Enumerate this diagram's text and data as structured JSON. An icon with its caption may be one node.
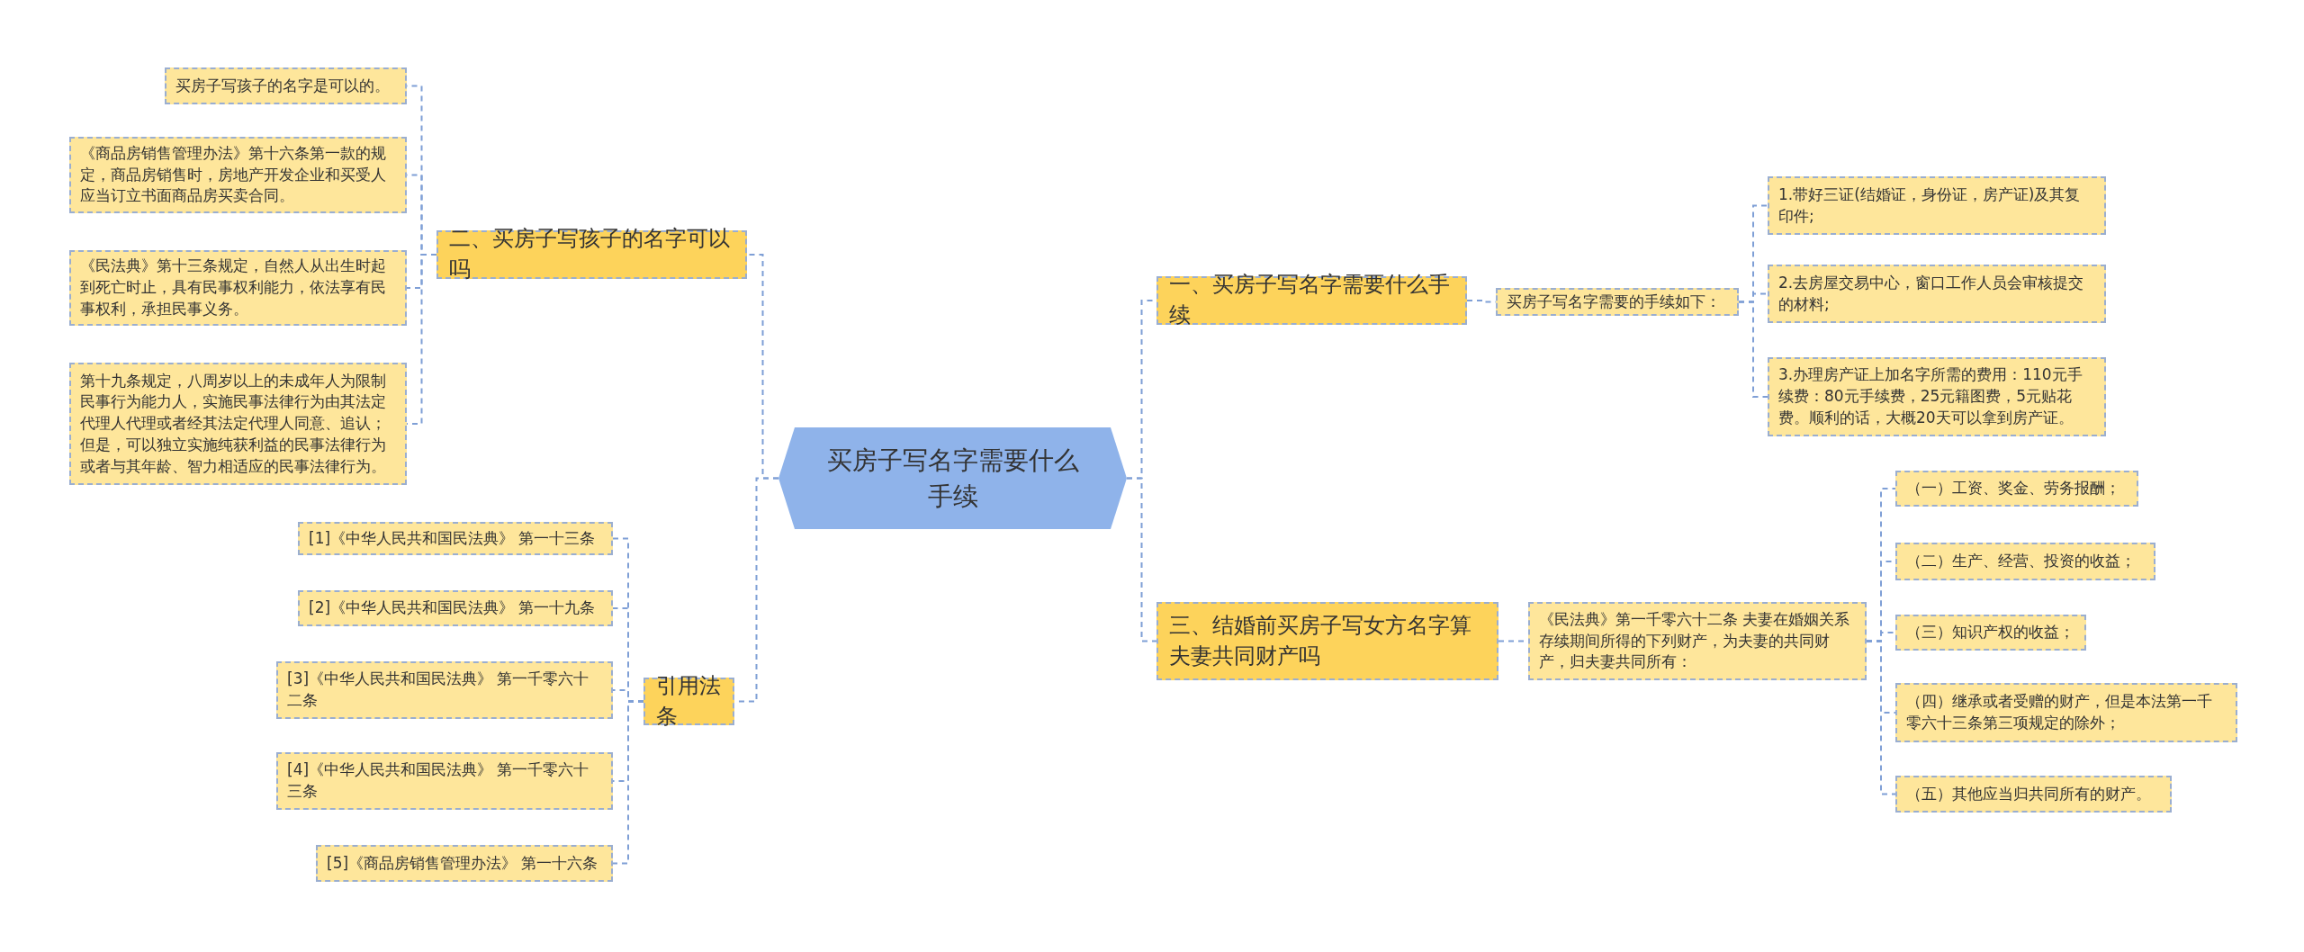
{
  "diagram": {
    "nodes": [
      {
        "text": [
          "买房子写名字需要什么手续"
        ]
      },
      {
        "text": [
          "一、买房子写名字需要什么手续"
        ]
      },
      {
        "text": [
          "买房子写名字需要的手续如下："
        ]
      },
      {
        "text": [
          "1.带好三证(结婚证，身份证，房产证)及其复印件;"
        ]
      },
      {
        "text": [
          "2.去房屋交易中心，窗口工作人员会审核提交的材料;"
        ]
      },
      {
        "text": [
          "3.办理房产证上加名字所需的费用：110元手续费：80元手续费，25元籍图费，5元贴花费。顺利的话，大概20天可以拿到房产证。"
        ]
      },
      {
        "text": [
          "三、结婚前买房子写女方名字算夫妻共同财产吗"
        ]
      },
      {
        "text": [
          "《民法典》第一千零六十二条 夫妻在婚姻关系存续期间所得的下列财产，为夫妻的共同财产，归夫妻共同所有："
        ]
      },
      {
        "text": [
          "（一）工资、奖金、劳务报酬；"
        ]
      },
      {
        "text": [
          "（二）生产、经营、投资的收益；"
        ]
      },
      {
        "text": [
          "（三）知识产权的收益；"
        ]
      },
      {
        "text": [
          "（四）继承或者受赠的财产，但是本法第一千零六十三条第三项规定的除外；"
        ]
      },
      {
        "text": [
          "（五）其他应当归共同所有的财产。"
        ]
      },
      {
        "text": [
          "二、买房子写孩子的名字可以吗"
        ]
      },
      {
        "text": [
          "买房子写孩子的名字是可以的。"
        ]
      },
      {
        "text": [
          "《商品房销售管理办法》第十六条第一款的规定，商品房销售时，房地产开发企业和买受人应当订立书面商品房买卖合同。"
        ]
      },
      {
        "text": [
          "《民法典》第十三条规定，自然人从出生时起到死亡时止，具有民事权利能力，依法享有民事权利，承担民事义务。"
        ]
      },
      {
        "text": [
          "第十九条规定，八周岁以上的未成年人为限制民事行为能力人，实施民事法律行为由其法定代理人代理或者经其法定代理人同意、追认；但是，可以独立实施纯获利益的民事法律行为或者与其年龄、智力相适应的民事法律行为。"
        ]
      },
      {
        "text": [
          "引用法条"
        ]
      },
      {
        "text": [
          "[1]《中华人民共和国民法典》 第一十三条"
        ]
      },
      {
        "text": [
          "[2]《中华人民共和国民法典》 第一十九条"
        ]
      },
      {
        "text": [
          "[3]《中华人民共和国民法典》 第一千零六十二条"
        ]
      },
      {
        "text": [
          "[4]《中华人民共和国民法典》 第一千零六十三条"
        ]
      },
      {
        "text": [
          "[5]《商品房销售管理办法》 第一十六条"
        ]
      }
    ],
    "edges": [
      {
        "from": 0,
        "to": 1,
        "arrow": "none"
      },
      {
        "from": 1,
        "to": 2,
        "arrow": "none"
      },
      {
        "from": 2,
        "to": 3,
        "arrow": "none"
      },
      {
        "from": 2,
        "to": 4,
        "arrow": "none"
      },
      {
        "from": 2,
        "to": 5,
        "arrow": "none"
      },
      {
        "from": 0,
        "to": 6,
        "arrow": "none"
      },
      {
        "from": 6,
        "to": 7,
        "arrow": "none"
      },
      {
        "from": 7,
        "to": 8,
        "arrow": "none"
      },
      {
        "from": 7,
        "to": 9,
        "arrow": "none"
      },
      {
        "from": 7,
        "to": 10,
        "arrow": "none"
      },
      {
        "from": 7,
        "to": 11,
        "arrow": "none"
      },
      {
        "from": 7,
        "to": 12,
        "arrow": "none"
      },
      {
        "from": 0,
        "to": 13,
        "arrow": "none"
      },
      {
        "from": 13,
        "to": 14,
        "arrow": "none"
      },
      {
        "from": 13,
        "to": 15,
        "arrow": "none"
      },
      {
        "from": 13,
        "to": 16,
        "arrow": "none"
      },
      {
        "from": 13,
        "to": 17,
        "arrow": "none"
      },
      {
        "from": 0,
        "to": 18,
        "arrow": "none"
      },
      {
        "from": 18,
        "to": 19,
        "arrow": "none"
      },
      {
        "from": 18,
        "to": 20,
        "arrow": "none"
      },
      {
        "from": 18,
        "to": 21,
        "arrow": "none"
      },
      {
        "from": 18,
        "to": 22,
        "arrow": "none"
      },
      {
        "from": 18,
        "to": 23,
        "arrow": "none"
      }
    ]
  }
}
